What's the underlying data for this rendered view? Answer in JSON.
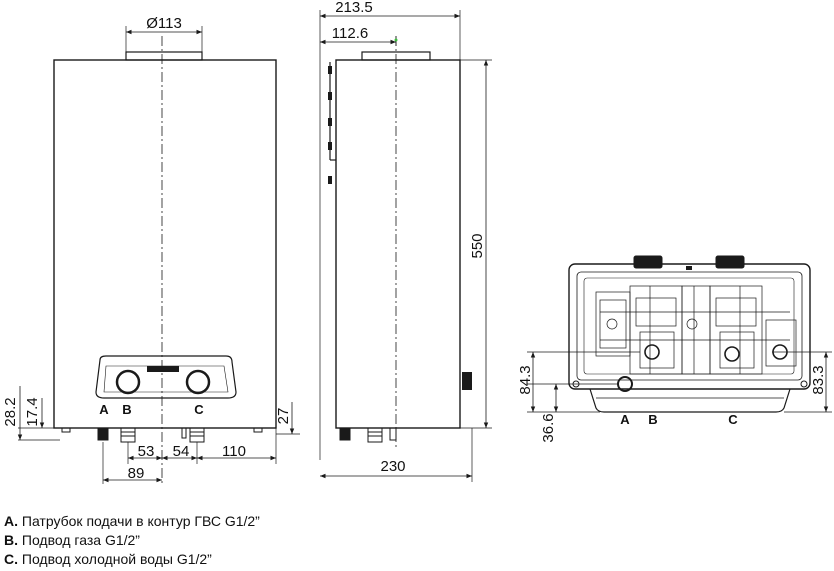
{
  "dimensions": {
    "diameter_flue": "Ø113",
    "depth_total": "213.5",
    "flue_offset": "112.6",
    "height": "550",
    "connection_height_outer": "28.2",
    "connection_height_inner": "17.4",
    "side_offset_bottom": "27",
    "spacing_ab": "53",
    "spacing_bc": "54",
    "spacing_c_edge": "110",
    "offset_a": "89",
    "depth_bottom": "230",
    "bottom_view_height_left": "84.3",
    "bottom_view_height_right": "83.3",
    "bottom_view_offset": "36.6"
  },
  "connection_labels": {
    "a": "A",
    "b": "B",
    "c": "C"
  },
  "legend": [
    {
      "key": "A.",
      "text": "Патрубок подачи в контур ГВС G1/2”"
    },
    {
      "key": "B.",
      "text": "Подвод газа G1/2”"
    },
    {
      "key": "C.",
      "text": "Подвод холодной воды G1/2”"
    }
  ],
  "colors": {
    "line": "#1a1a1a",
    "accent": "#3fbf3f"
  }
}
